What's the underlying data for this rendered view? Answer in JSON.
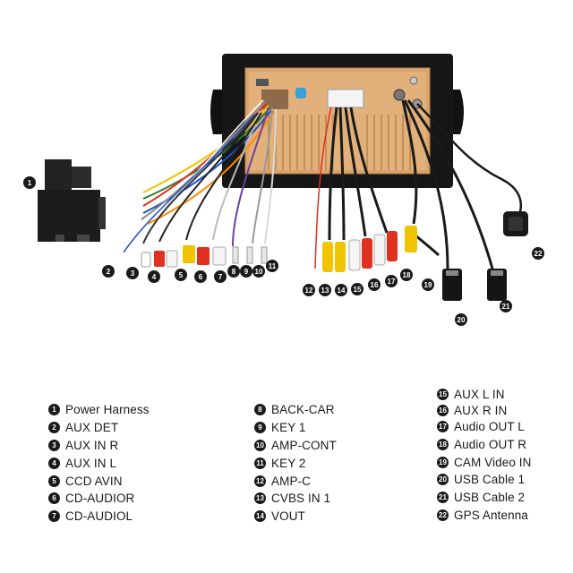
{
  "callouts": {
    "c1": "1",
    "c2": "2",
    "c3": "3",
    "c4": "4",
    "c5": "5",
    "c6": "6",
    "c7": "7",
    "c8": "8",
    "c9": "9",
    "c10": "10",
    "c11": "11",
    "c12": "12",
    "c13": "13",
    "c14": "14",
    "c15": "15",
    "c16": "16",
    "c17": "17",
    "c18": "18",
    "c19": "19",
    "c20": "20",
    "c21": "21",
    "c22": "22"
  },
  "legend": [
    {
      "num": "1",
      "label": "Power Harness"
    },
    {
      "num": "2",
      "label": "AUX DET"
    },
    {
      "num": "3",
      "label": "AUX IN R"
    },
    {
      "num": "4",
      "label": "AUX IN L"
    },
    {
      "num": "5",
      "label": "CCD AVIN"
    },
    {
      "num": "6",
      "label": "CD-AUDIOR"
    },
    {
      "num": "7",
      "label": "CD-AUDIOL"
    },
    {
      "num": "8",
      "label": "BACK-CAR"
    },
    {
      "num": "9",
      "label": "KEY 1"
    },
    {
      "num": "10",
      "label": "AMP-CONT"
    },
    {
      "num": "11",
      "label": "KEY 2"
    },
    {
      "num": "12",
      "label": "AMP-C"
    },
    {
      "num": "13",
      "label": "CVBS IN 1"
    },
    {
      "num": "14",
      "label": "VOUT"
    },
    {
      "num": "15",
      "label": "AUX L IN"
    },
    {
      "num": "16",
      "label": "AUX R IN"
    },
    {
      "num": "17",
      "label": "Audio OUT L"
    },
    {
      "num": "18",
      "label": "Audio OUT R"
    },
    {
      "num": "19",
      "label": "CAM Video IN"
    },
    {
      "num": "20",
      "label": "USB Cable 1"
    },
    {
      "num": "21",
      "label": "USB Cable 2"
    },
    {
      "num": "22",
      "label": "GPS Antenna"
    }
  ]
}
